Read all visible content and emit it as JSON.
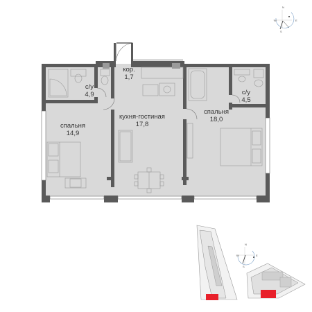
{
  "rooms": [
    {
      "name": "кор.",
      "area": "1,7"
    },
    {
      "name": "с/у",
      "area": "4,9"
    },
    {
      "name": "с/у",
      "area": "4,5"
    },
    {
      "name": "спальня",
      "area": "14,9"
    },
    {
      "name": "кухня-гостиная",
      "area": "17,8"
    },
    {
      "name": "спальня",
      "area": "18,0"
    }
  ],
  "compass_top": {
    "n": "N",
    "w": "W",
    "e": "E",
    "s": "S"
  },
  "compass_bottom": {
    "n": "N",
    "w": "W",
    "e": "E",
    "s": "S"
  },
  "colors": {
    "wall": "#5a5a5a",
    "floor": "#d9d9d9",
    "fixture": "#9a9a9a",
    "highlight": "#e8202a",
    "site": "#8c8c8c"
  }
}
